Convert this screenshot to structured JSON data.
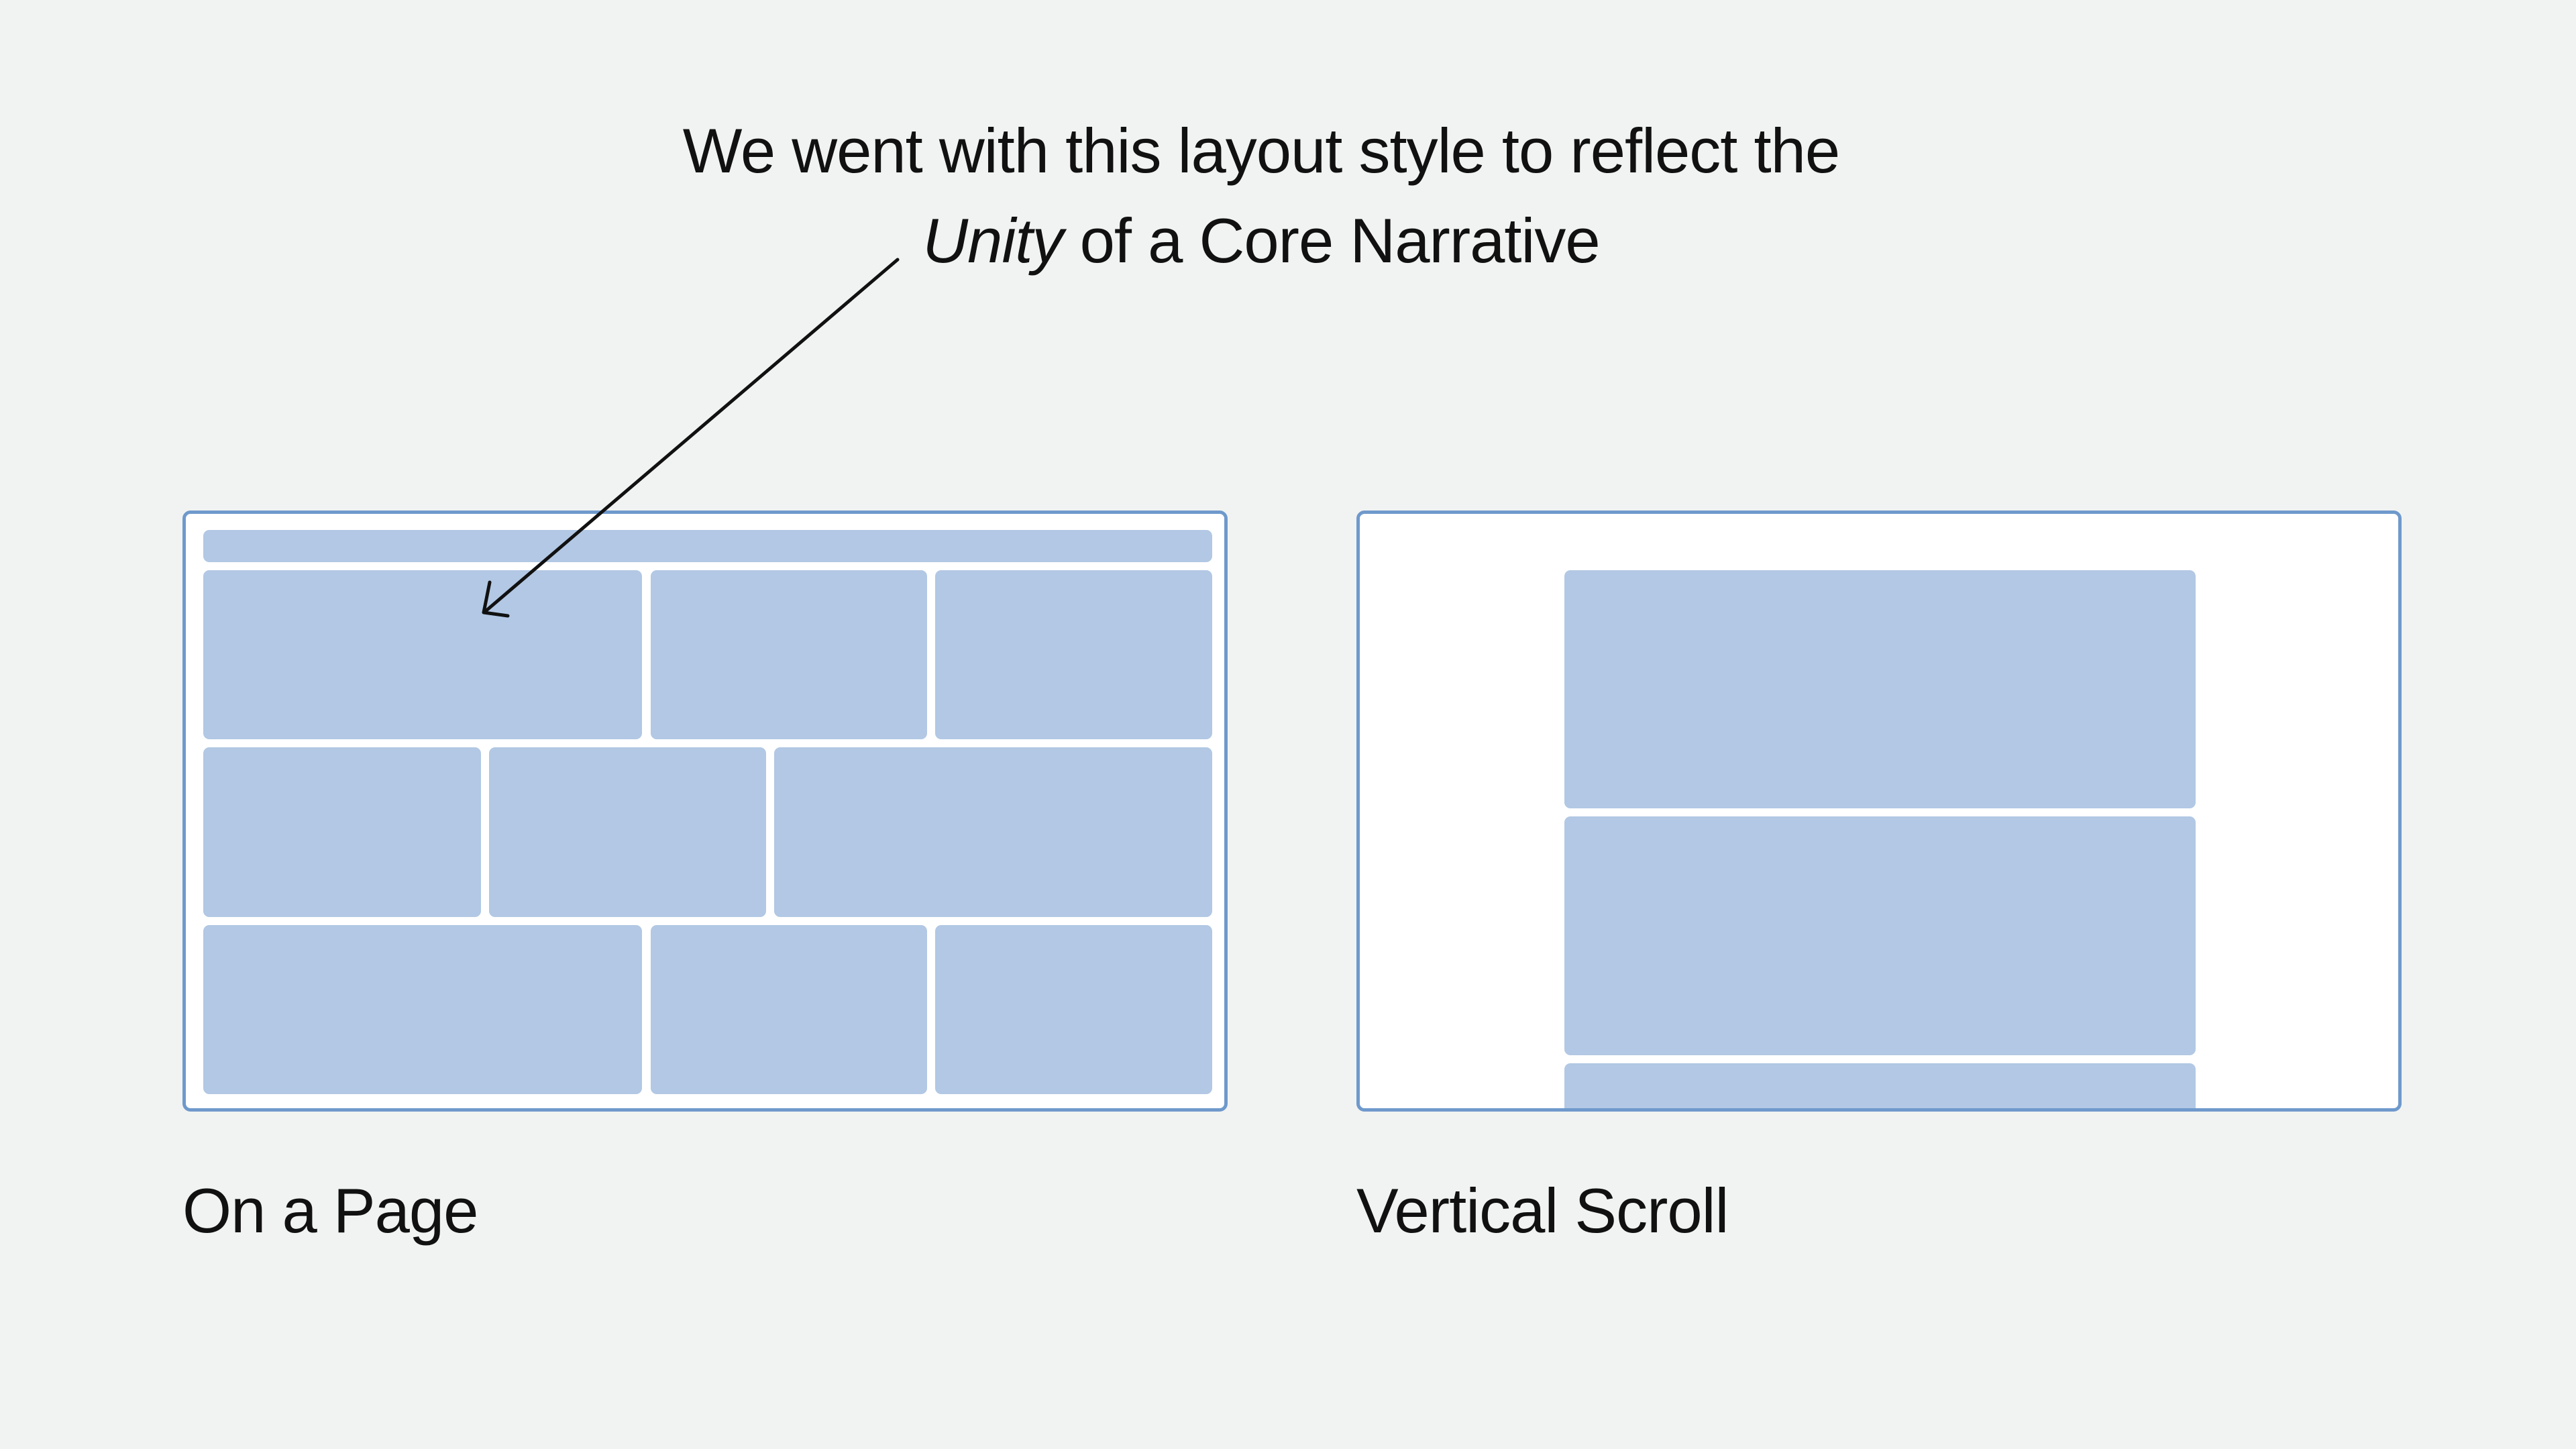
{
  "caption": {
    "line1": "We went with this layout style to reflect the",
    "emphasis": "Unity",
    "line2_rest": " of a Core Narrative"
  },
  "layouts": [
    {
      "label": "On a Page"
    },
    {
      "label": "Vertical Scroll"
    }
  ],
  "colors": {
    "background": "#f1f3f2",
    "frame_border": "#6f99cc",
    "tile_fill": "#b2c8e4",
    "text": "#111111"
  }
}
